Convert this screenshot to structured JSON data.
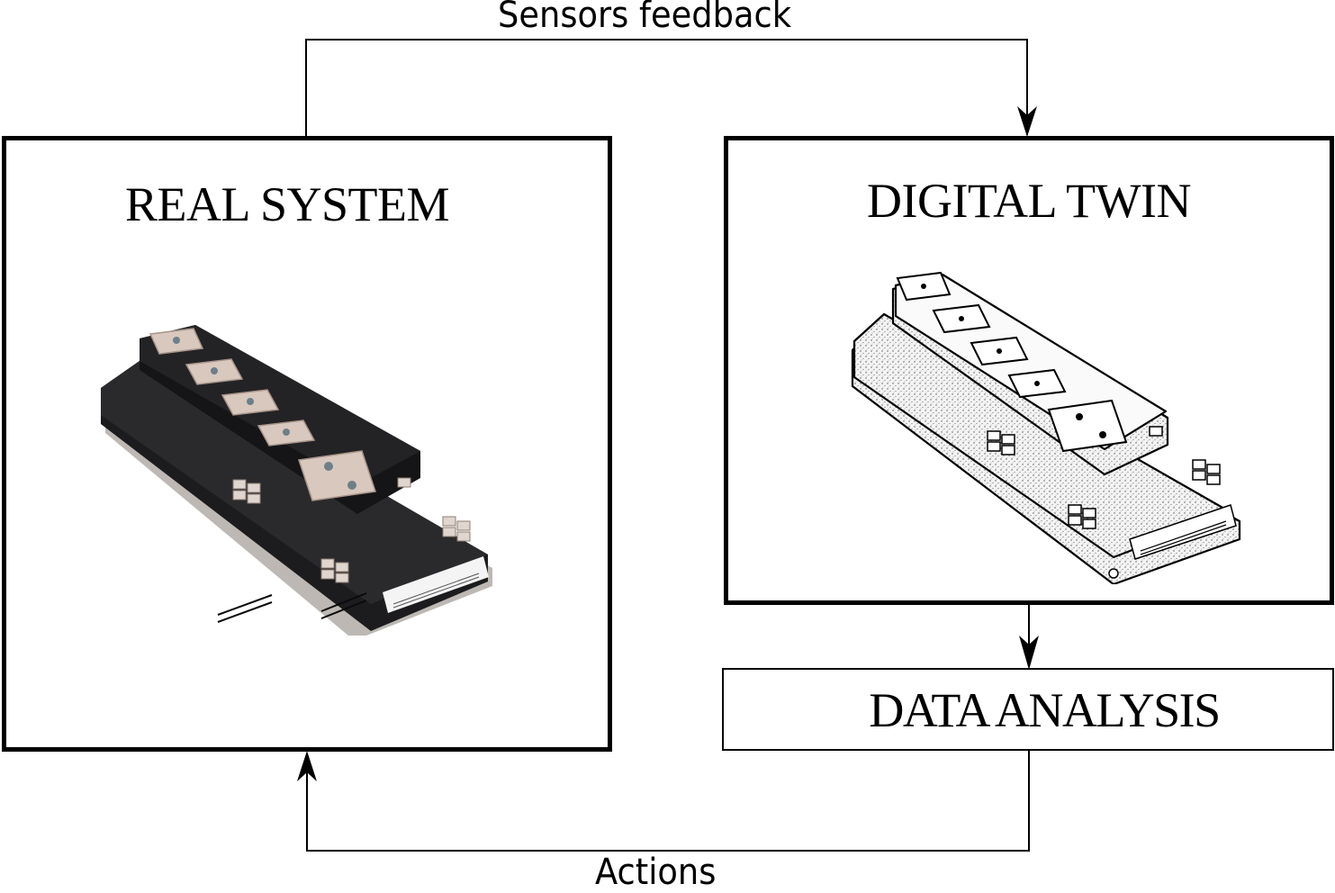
{
  "diagram": {
    "nodes": {
      "real_system": {
        "label": "REAL SYSTEM",
        "image": "power-module-photo"
      },
      "digital_twin": {
        "label": "DIGITAL TWIN",
        "image": "power-module-sketch"
      },
      "data_analysis": {
        "label": "DATA ANALYSIS"
      }
    },
    "edges": [
      {
        "from": "real_system",
        "to": "digital_twin",
        "label": "Sensors feedback"
      },
      {
        "from": "digital_twin",
        "to": "data_analysis",
        "label": ""
      },
      {
        "from": "data_analysis",
        "to": "real_system",
        "label": "Actions"
      }
    ],
    "colors": {
      "line": "#000000",
      "module_body_real": "#1c1c1e",
      "module_terminal_real": "#d9c8bd",
      "module_body_twin": "#f2f2f2",
      "background": "#ffffff"
    }
  }
}
